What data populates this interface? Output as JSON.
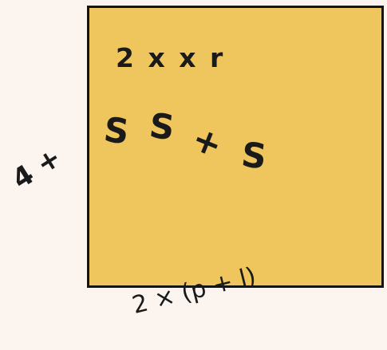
{
  "diagram": {
    "top_expression": "2 x x r",
    "inner_expression": [
      "S",
      "S",
      "+",
      "S"
    ],
    "left_expression": "4 +",
    "bottom_expression": "2 × (p + l)"
  },
  "colors": {
    "fill": "#efc65e",
    "stroke": "#141414",
    "text": "#1a1a1a",
    "background": "#fbf4ef"
  }
}
